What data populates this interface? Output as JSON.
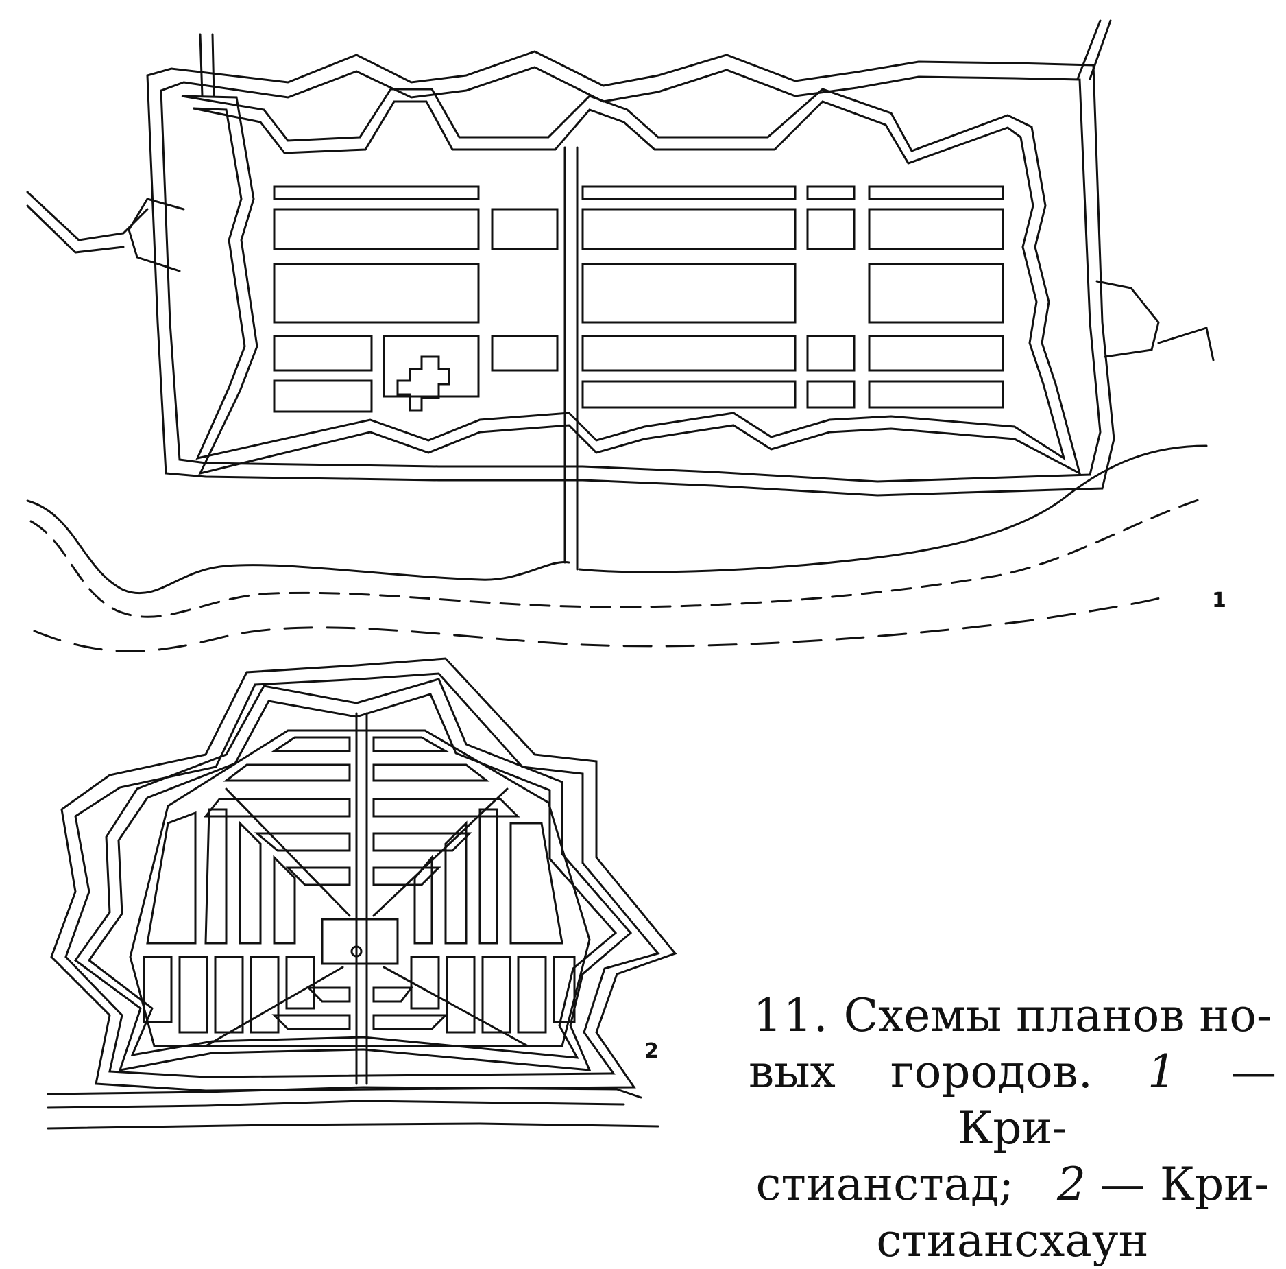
{
  "figure": {
    "plan1": {
      "label": "1"
    },
    "plan2": {
      "label": "2"
    },
    "caption": {
      "number": "11.",
      "line1": "Схемы планов но-",
      "line2_a": "вых городов.",
      "ref1": "1",
      "line2_b": "— Кри-",
      "line3_a": "стианстад;",
      "ref2": "2",
      "line3_b": "— Кри-",
      "line4": "стиансхаун"
    }
  },
  "colors": {
    "ink": "#111111",
    "paper": "#ffffff"
  }
}
